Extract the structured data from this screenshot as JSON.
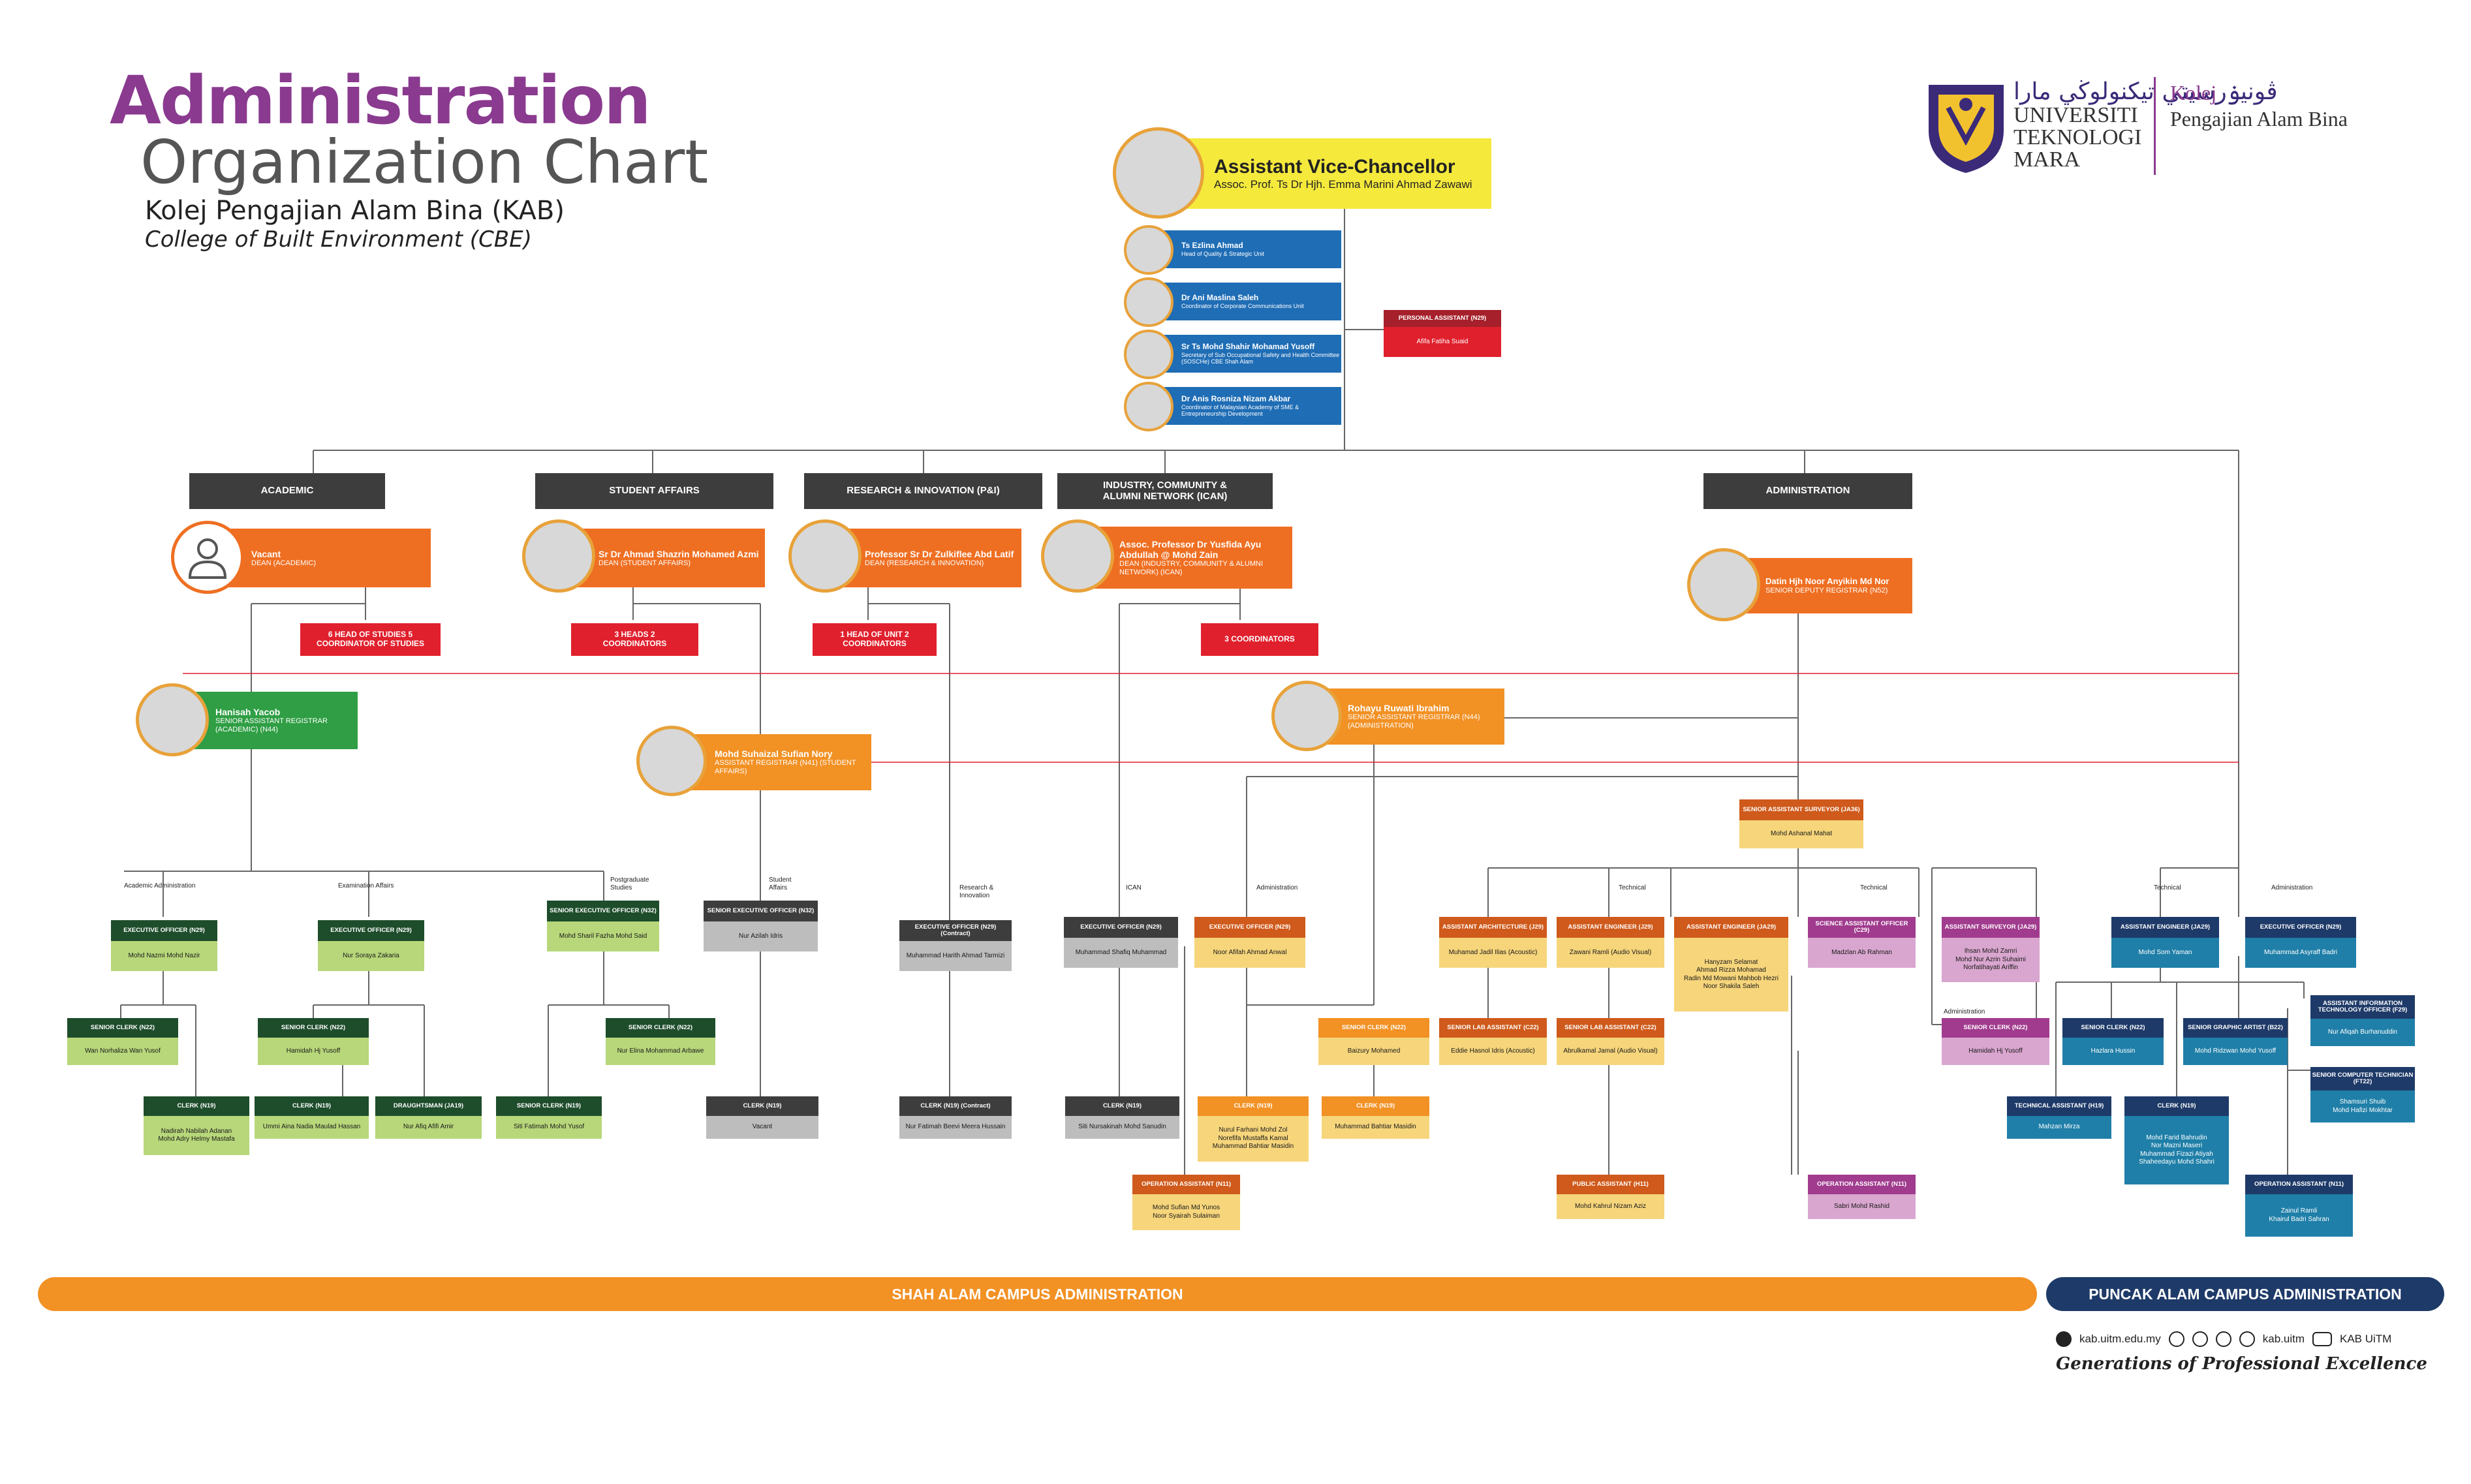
{
  "title": {
    "line1": "Administration",
    "line2": "Organization Chart",
    "college": "Kolej Pengajian Alam Bina (KAB)",
    "college_en": "College of Built Environment (CBE)"
  },
  "logo": {
    "arabic": "ڤونيۏرسيتي تيكنولوڬي مارا",
    "uni1": "UNIVERSITI",
    "uni2": "TEKNOLOGI",
    "uni3": "MARA",
    "kolej1": "Kolej",
    "kolej2": "Pengajian Alam Bina"
  },
  "colors": {
    "purple": "#8a3a8f",
    "orange": "#ef6f22",
    "orange2": "#f29124",
    "yellow": "#f5e93c",
    "blue": "#1f6db5",
    "red": "#e0202d",
    "green": "#2f9e44",
    "darkgreen": "#1e4d2b",
    "lightgreen": "#b7d77a",
    "dark": "#3d3d3d",
    "gray": "#bdbdbd",
    "tan": "#f6d57b",
    "darkorange": "#cf5a1b",
    "magenta": "#a03b8e",
    "pink": "#d9a6cf",
    "teal": "#1f7fa8",
    "lightteal": "#5ab6d8",
    "navy": "#1e3a68"
  },
  "avc": {
    "title": "Assistant Vice-Chancellor",
    "name": "Assoc. Prof. Ts Dr Hjh. Emma Marini Ahmad Zawawi"
  },
  "advisors": [
    {
      "name": "Ts Ezlina Ahmad",
      "pos": "Head of Quality & Strategic Unit"
    },
    {
      "name": "Dr Ani Maslina Saleh",
      "pos": "Coordinator of Corporate Communications Unit"
    },
    {
      "name": "Sr Ts Mohd Shahir Mohamad Yusoff",
      "pos": "Secretary of Sub Occupational Safety and Health Committee (SOSCHe) CBE Shah Alam"
    },
    {
      "name": "Dr Anis Rosniza Nizam Akbar",
      "pos": "Coordinator of Malaysian Academy of SME & Entrepreneurship Development"
    }
  ],
  "pa": {
    "title": "PERSONAL ASSISTANT (N29)",
    "name": "Afifa Fatiha Suaid"
  },
  "divisions": [
    {
      "title": "ACADEMIC"
    },
    {
      "title": "STUDENT AFFAIRS"
    },
    {
      "title": "RESEARCH & INNOVATION (P&I)"
    },
    {
      "title": "INDUSTRY, COMMUNITY & ALUMNI NETWORK (ICAN)"
    },
    {
      "title": "ADMINISTRATION"
    }
  ],
  "deans": [
    {
      "name": "Vacant",
      "pos": "DEAN (ACADEMIC)"
    },
    {
      "name": "Sr Dr Ahmad Shazrin Mohamed Azmi",
      "pos": "DEAN (STUDENT AFFAIRS)"
    },
    {
      "name": "Professor Sr Dr Zulkiflee Abd Latif",
      "pos": "DEAN (RESEARCH & INNOVATION)"
    },
    {
      "name": "Assoc. Professor Dr Yusfida Ayu Abdullah @ Mohd Zain",
      "pos": "DEAN (INDUSTRY, COMMUNITY & ALUMNI NETWORK) (ICAN)"
    },
    {
      "name": "Datin Hjh Noor Anyikin Md Nor",
      "pos": "SENIOR DEPUTY REGISTRAR (N52)"
    }
  ],
  "coords": [
    "6 HEAD OF STUDIES 5 COORDINATOR OF STUDIES",
    "3 HEADS 2 COORDINATORS",
    "1 HEAD OF UNIT 2 COORDINATORS",
    "3 COORDINATORS"
  ],
  "registrars": [
    {
      "name": "Hanisah Yacob",
      "pos": "SENIOR ASSISTANT REGISTRAR (ACADEMIC) (N44)"
    },
    {
      "name": "Mohd Suhaizal Sufian Nory",
      "pos": "ASSISTANT REGISTRAR (N41) (STUDENT AFFAIRS)"
    },
    {
      "name": "Rohayu Ruwati Ibrahim",
      "pos": "SENIOR ASSISTANT REGISTRAR (N44) (ADMINISTRATION)"
    }
  ],
  "surveyor": {
    "title": "SENIOR ASSISTANT SURVEYOR (JA36)",
    "name": "Mohd Ashanal Mahat"
  },
  "labels": [
    "Academic Administration",
    "Examination Affairs",
    "Postgraduate Studies",
    "Student Affairs",
    "Research & Innovation",
    "ICAN",
    "Administration",
    "Technical",
    "Technical",
    "Technical",
    "Administration",
    "Administration"
  ],
  "units": [
    {
      "t": "EXECUTIVE OFFICER (N29)",
      "n": "Mohd Nazmi Mohd Nazir"
    },
    {
      "t": "EXECUTIVE OFFICER (N29)",
      "n": "Nur Soraya Zakaria"
    },
    {
      "t": "SENIOR EXECUTIVE OFFICER (N32)",
      "n": "Mohd Sharil Fazha Mohd Said"
    },
    {
      "t": "SENIOR EXECUTIVE OFFICER (N32)",
      "n": "Nur Azilah Idris"
    },
    {
      "t": "EXECUTIVE OFFICER (N29) (Contract)",
      "n": "Muhammad Harith Ahmad Tarmizi"
    },
    {
      "t": "EXECUTIVE OFFICER (N29)",
      "n": "Muhammad Shafiq Muhammad"
    },
    {
      "t": "EXECUTIVE OFFICER (N29)",
      "n": "Noor Afifah Ahmad Anwal"
    },
    {
      "t": "ASSISTANT ARCHITECTURE (J29)",
      "n": "Muhamad Jadil Ilias (Acoustic)"
    },
    {
      "t": "ASSISTANT ENGINEER (J29)",
      "n": "Zawani Ramli (Audio Visual)"
    },
    {
      "t": "ASSISTANT ENGINEER (JA29)",
      "n": "Hanyzam Selamat|Ahmad Rizza Mohamad|Radin Md Mowani Mahbob Hezri|Noor Shakila Saleh"
    },
    {
      "t": "SCIENCE ASSISTANT OFFICER (C29)",
      "n": "Madzlan Ab Rahman"
    },
    {
      "t": "ASSISTANT SURVEYOR (JA29)",
      "n": "Ihsan Mohd Zamri|Mohd Nur Azrin Suhaimi|Norfatihayati Ariffin"
    },
    {
      "t": "ASSISTANT ENGINEER (JA29)",
      "n": "Mohd Som Yaman"
    },
    {
      "t": "EXECUTIVE OFFICER (N29)",
      "n": "Muhammad Asyraff Badri"
    },
    {
      "t": "SENIOR CLERK (N22)",
      "n": "Wan Norhaliza Wan Yusof"
    },
    {
      "t": "SENIOR CLERK (N22)",
      "n": "Hamidah Hj Yusoff"
    },
    {
      "t": "SENIOR CLERK (N22)",
      "n": "Nur Elina Mohammad Arbawe"
    },
    {
      "t": "SENIOR CLERK (N22)",
      "n": "Baizury Mohamed"
    },
    {
      "t": "SENIOR LAB ASSISTANT (C22)",
      "n": "Eddie Hasnol Idris (Acoustic)"
    },
    {
      "t": "SENIOR LAB ASSISTANT (C22)",
      "n": "Abrulkamal Jamal (Audio Visual)"
    },
    {
      "t": "SENIOR CLERK (N22)",
      "n": "Hamidah Hj Yusoff"
    },
    {
      "t": "SENIOR CLERK (N22)",
      "n": "Hazlara Hussin"
    },
    {
      "t": "SENIOR GRAPHIC ARTIST (B22)",
      "n": "Mohd Ridzwan Mohd Yusoff"
    },
    {
      "t": "ASSISTANT INFORMATION TECHNOLOGY OFFICER (F29)",
      "n": "Nur Afiqah Burhanuddin"
    },
    {
      "t": "CLERK (N19)",
      "n": "Nadirah Nabilah Adanan|Mohd Adry Helmy Mastafa"
    },
    {
      "t": "CLERK (N19)",
      "n": "Ummi Aina Nadia Maulad Hassan"
    },
    {
      "t": "DRAUGHTSMAN (JA19)",
      "n": "Nur Afiq Afifi Amir"
    },
    {
      "t": "SENIOR CLERK (N19)",
      "n": "Siti Fatimah Mohd Yusof"
    },
    {
      "t": "CLERK (N19)",
      "n": "Vacant"
    },
    {
      "t": "CLERK (N19) (Contract)",
      "n": "Nur Fatimah Beevi Meera Hussain"
    },
    {
      "t": "CLERK (N19)",
      "n": "Siti Nursakinah Mohd Sanudin"
    },
    {
      "t": "CLERK (N19)",
      "n": "Nurul Farhani Mohd Zol|Norefifa Mustaffa Kamal|Muhammad Bahtiar Masidin"
    },
    {
      "t": "CLERK (N19)",
      "n": "Muhammad Bahtiar Masidin"
    },
    {
      "t": "TECHNICAL ASSISTANT (H19)",
      "n": "Mahzan Mirza"
    },
    {
      "t": "CLERK (N19)",
      "n": "Mohd Farid Bahrudin|Nor Mazni Maseri|Muhammad Fizazi Atiyah|Shaheedayu Mohd Shahri"
    },
    {
      "t": "SENIOR COMPUTER TECHNICIAN (FT22)",
      "n": "Shamsuri Shuib|Mohd Hafizi Mokhtar"
    },
    {
      "t": "OPERATION ASSISTANT (N11)",
      "n": "Mohd Sufian Md Yunos|Noor Syairah Sulaiman"
    },
    {
      "t": "PUBLIC ASSISTANT (H11)",
      "n": "Mohd Kahrul Nizam Aziz"
    },
    {
      "t": "OPERATION ASSISTANT (N11)",
      "n": "Sabri Mohd Rashid"
    },
    {
      "t": "OPERATION ASSISTANT (N11)",
      "n": "Zainul Ramli|Khairul Badri Sahran"
    }
  ],
  "bars": {
    "shah": "SHAH ALAM CAMPUS ADMINISTRATION",
    "puncak": "PUNCAK ALAM CAMPUS ADMINISTRATION"
  },
  "footer": {
    "web": "kab.uitm.edu.my",
    "social": "kab.uitm",
    "yt": "KAB UiTM",
    "tagline": "Generations of Professional Excellence"
  }
}
